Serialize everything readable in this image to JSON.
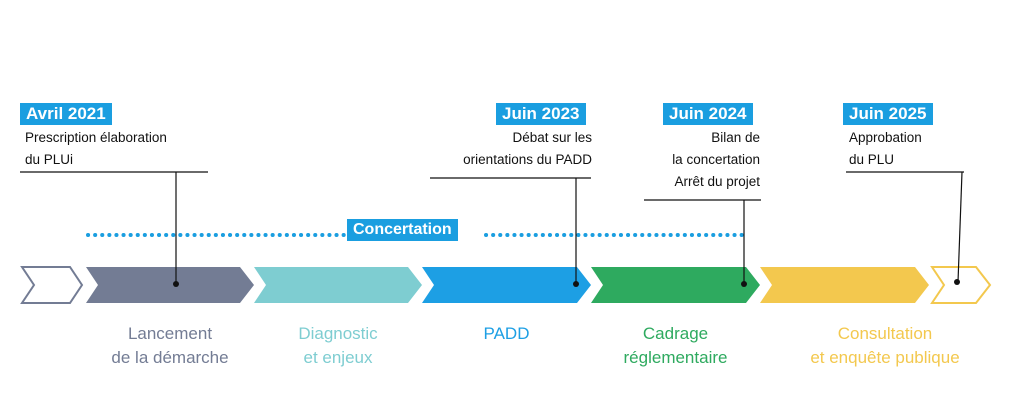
{
  "colors": {
    "accent": "#1a9ee0",
    "phase1": "#737c94",
    "phase2": "#7ecdd1",
    "phase3": "#1d9fe4",
    "phase4": "#2eaa5f",
    "phase5": "#f3c84e",
    "outline_start": "#737c94",
    "outline_end": "#f3c84e"
  },
  "milestones": [
    {
      "date": "Avril 2021",
      "lines": [
        "Prescription élaboration",
        "du PLUi"
      ]
    },
    {
      "date": "Juin 2023",
      "lines": [
        "Débat sur les",
        "orientations du PADD"
      ]
    },
    {
      "date": "Juin 2024",
      "lines": [
        "Bilan de",
        "la concertation",
        "Arrêt du projet"
      ]
    },
    {
      "date": "Juin 2025",
      "lines": [
        "Approbation",
        "du PLU"
      ]
    }
  ],
  "concertation": {
    "label": "Concertation"
  },
  "phases": [
    {
      "lines": [
        "Lancement",
        "de la démarche"
      ]
    },
    {
      "lines": [
        "Diagnostic",
        "et enjeux"
      ]
    },
    {
      "lines": [
        "PADD"
      ]
    },
    {
      "lines": [
        "Cadrage",
        "réglementaire"
      ]
    },
    {
      "lines": [
        "Consultation",
        "et enquête publique"
      ]
    }
  ]
}
